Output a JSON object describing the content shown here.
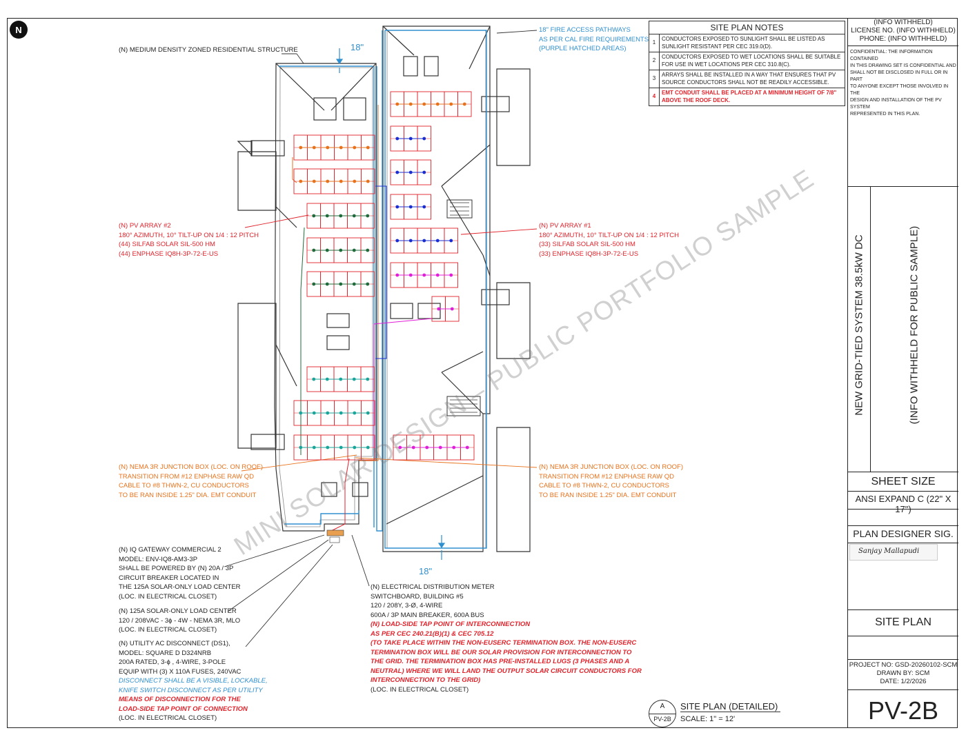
{
  "north_arrow": "N",
  "dims": {
    "top": "18\"",
    "bottom": "18\""
  },
  "labels": {
    "structure": "(N) MEDIUM DENSITY ZONED RESIDENTIAL STRUCTURE",
    "fire_paths": [
      "18\" FIRE ACCESS PATHWAYS",
      "AS PER CAL FIRE REQUIREMENTS",
      "(PURPLE HATCHED AREAS)"
    ],
    "array2": [
      "(N) PV ARRAY #2",
      "180° AZIMUTH, 10° TILT-UP ON 1/4 : 12 PITCH",
      "(44) SILFAB SOLAR SIL-500 HM",
      "(44) ENPHASE IQ8H-3P-72-E-US"
    ],
    "array1": [
      "(N) PV ARRAY #1",
      "180° AZIMUTH, 10° TILT-UP ON 1/4 : 12 PITCH",
      "(33) SILFAB SOLAR SIL-500 HM",
      "(33) ENPHASE IQ8H-3P-72-E-US"
    ],
    "jbox_left": [
      "(N) NEMA 3R JUNCTION BOX (LOC. ON ROOF)",
      "TRANSITION FROM #12 ENPHASE RAW QD",
      "CABLE TO #8 THWN-2, CU CONDUCTORS",
      "TO BE RAN INSIDE 1.25\" DIA. EMT CONDUIT"
    ],
    "jbox_right": [
      "(N) NEMA 3R JUNCTION BOX (LOC. ON ROOF)",
      "TRANSITION FROM #12 ENPHASE RAW QD",
      "CABLE TO #8 THWN-2, CU CONDUCTORS",
      "TO BE RAN INSIDE 1.25\" DIA. EMT CONDUIT"
    ],
    "gateway": [
      "(N) IQ GATEWAY COMMERCIAL 2",
      "MODEL: ENV-IQ8-AM3-3P",
      "SHALL BE POWERED BY (N) 20A / 3P",
      "CIRCUIT BREAKER LOCATED IN",
      "THE 125A SOLAR-ONLY LOAD CENTER",
      "(LOC. IN ELECTRICAL CLOSET)"
    ],
    "loadcenter": [
      "(N) 125A SOLAR-ONLY LOAD CENTER",
      "120 / 208VAC - 3ϕ - 4W - NEMA 3R, MLO",
      "(LOC. IN ELECTRICAL CLOSET)"
    ],
    "disconnect": [
      "(N) UTILITY AC DISCONNECT (DS1),",
      "MODEL: SQUARE D D324NRB",
      "200A RATED, 3-ϕ , 4-WIRE, 3-POLE",
      "EQUIP WITH (3) X 110A FUSES, 240VAC"
    ],
    "disconnect_note": [
      "DISCONNECT SHALL BE A VISIBLE, LOCKABLE,",
      "KNIFE SWITCH DISCONNECT AS PER UTILITY"
    ],
    "disconnect_warn": [
      "MEANS OF DISCONNECTION FOR THE",
      "LOAD-SIDE TAP POINT OF CONNECTION"
    ],
    "disconnect_loc": "(LOC. IN ELECTRICAL CLOSET)",
    "meter": [
      "(N) ELECTRICAL DISTRIBUTION METER",
      "SWITCHBOARD, BUILDING #5",
      "120 / 208Y, 3-Ø, 4-WIRE",
      "600A / 3P MAIN BREAKER, 600A BUS"
    ],
    "meter_warn": [
      "(N) LOAD-SIDE TAP POINT OF INTERCONNECTION",
      "AS PER CEC 240.21(B)(1) & CEC 705.12",
      "(TO TAKE PLACE WITHIN THE NON-EUSERC TERMINATION BOX. THE NON-EUSERC",
      "TERMINATION BOX WILL BE OUR SOLAR PROVISION FOR INTERCONNECTION TO",
      "THE GRID. THE TERMINATION BOX HAS PRE-INSTALLED LUGS (3 PHASES AND A",
      "NEUTRAL) WHERE WE WILL LAND THE OUTPUT SOLAR CIRCUIT CONDUCTORS FOR",
      "INTERCONNECTION TO THE GRID)"
    ],
    "meter_loc": "(LOC. IN ELECTRICAL CLOSET)"
  },
  "watermark": "MINI SOLAR DESIGN – PUBLIC PORTFOLIO SAMPLE",
  "notes": {
    "title": "SITE PLAN NOTES",
    "items": [
      {
        "num": "1",
        "text": "CONDUCTORS EXPOSED TO SUNLIGHT SHALL BE LISTED AS SUNLIGHT RESISTANT PER CEC 319.0(D)."
      },
      {
        "num": "2",
        "text": "CONDUCTORS EXPOSED TO WET LOCATIONS SHALL BE SUITABLE FOR USE IN WET LOCATIONS PER CEC 310.8(C)."
      },
      {
        "num": "3",
        "text": "ARRAYS SHALL BE INSTALLED IN A WAY THAT ENSURES THAT PV SOURCE CONDUCTORS SHALL NOT BE READILY ACCESSIBLE."
      },
      {
        "num": "4",
        "text": "EMT CONDUIT SHALL BE PLACED AT A MINIMUM HEIGHT OF 7/8\" ABOVE THE ROOF DECK."
      }
    ]
  },
  "titleblock": {
    "info": [
      "(INFO WITHHELD)",
      "LICENSE NO. (INFO WITHHELD)",
      "PHONE: (INFO WITHHELD)"
    ],
    "confidential": [
      "CONFIDENTIAL: THE INFORMATION CONTAINED",
      "IN THIS DRAWING SET IS CONFIDENTIAL AND",
      "SHALL NOT BE DISCLOSED IN FULL OR IN PART",
      "TO ANYONE EXCEPT THOSE INVOLVED IN THE",
      "DESIGN AND INSTALLATION OF THE PV SYSTEM",
      "REPRESENTED IN THIS PLAN."
    ],
    "system": "NEW GRID-TIED SYSTEM 38.5kW DC",
    "withheld": "(INFO WITHHELD FOR PUBLIC SAMPLE)",
    "sheet_size_label": "SHEET SIZE",
    "sheet_size": "ANSI EXPAND C (22\" X 17\")",
    "designer_label": "PLAN DESIGNER SIG.",
    "signature": "Sanjay Mallapudi",
    "sheet_name": "SITE PLAN",
    "project_no": "PROJECT NO: GSD-20260102-SCM",
    "drawn_by": "DRAWN BY: SCM",
    "date": "DATE: 1/2/2026",
    "sheet_no": "PV-2B"
  },
  "detail": {
    "letter": "A",
    "sheet": "PV-2B",
    "title": "SITE PLAN (DETAILED)",
    "scale": "SCALE:  1\" = 12'"
  },
  "colors": {
    "panel": "#e0222a",
    "string_orange": "#e8721c",
    "string_blue": "#1a2ed1",
    "string_green": "#1f6b3a",
    "string_magenta": "#e020d8",
    "string_teal": "#1aa59a",
    "fire_path": "#2f8fcf"
  }
}
